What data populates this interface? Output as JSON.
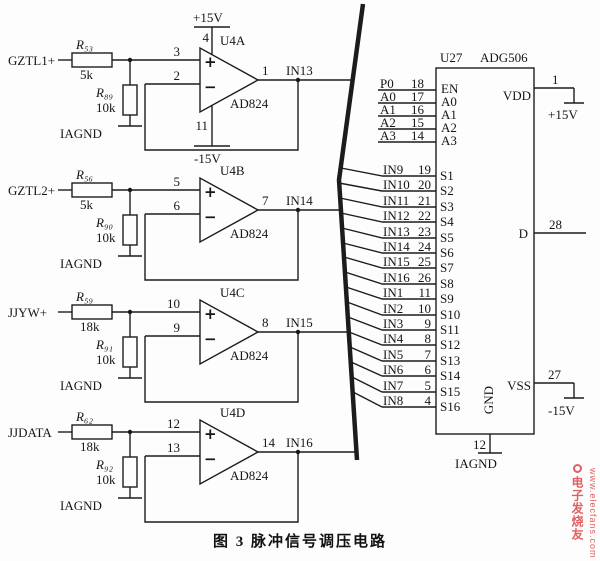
{
  "caption": "图 3  脉冲信号调压电路",
  "watermark": {
    "brand": "电子发烧友",
    "url": "www.elecfans.com"
  },
  "symbols": {
    "plus": "+",
    "minus": "−"
  },
  "stages": [
    {
      "input": "GZTL1+",
      "rin": "R₅₃",
      "rin_val": "5k",
      "rg": "R₈₉",
      "rg_val": "10k",
      "gnd": "IAGND",
      "pin_plus": "3",
      "pin_minus": "2",
      "name": "U4A",
      "pin_out": "1",
      "net": "IN13",
      "part": "AD824",
      "vcc": "+15V",
      "vcc_pin": "4",
      "vee": "-15V",
      "vee_pin": "11"
    },
    {
      "input": "GZTL2+",
      "rin": "R₅₆",
      "rin_val": "5k",
      "rg": "R₉₀",
      "rg_val": "10k",
      "gnd": "IAGND",
      "pin_plus": "5",
      "pin_minus": "6",
      "name": "U4B",
      "pin_out": "7",
      "net": "IN14",
      "part": "AD824"
    },
    {
      "input": "JJYW+",
      "rin": "R₅₉",
      "rin_val": "18k",
      "rg": "R₉₁",
      "rg_val": "10k",
      "gnd": "IAGND",
      "pin_plus": "10",
      "pin_minus": "9",
      "name": "U4C",
      "pin_out": "8",
      "net": "IN15",
      "part": "AD824"
    },
    {
      "input": "JJDATA",
      "rin": "R₆₂",
      "rin_val": "18k",
      "rg": "R₉₂",
      "rg_val": "10k",
      "gnd": "IAGND",
      "pin_plus": "12",
      "pin_minus": "13",
      "name": "U4D",
      "pin_out": "14",
      "net": "IN16",
      "part": "AD824"
    }
  ],
  "mux": {
    "ref": "U27",
    "part": "ADG506",
    "ctrl": [
      {
        "net": "P0",
        "pin": "18",
        "inner": "EN"
      },
      {
        "net": "A0",
        "pin": "17",
        "inner": "A0"
      },
      {
        "net": "A1",
        "pin": "16",
        "inner": "A1"
      },
      {
        "net": "A2",
        "pin": "15",
        "inner": "A2"
      },
      {
        "net": "A3",
        "pin": "14",
        "inner": "A3"
      }
    ],
    "channels": [
      {
        "net": "IN9",
        "pin": "19",
        "inner": "S1"
      },
      {
        "net": "IN10",
        "pin": "20",
        "inner": "S2"
      },
      {
        "net": "IN11",
        "pin": "21",
        "inner": "S3"
      },
      {
        "net": "IN12",
        "pin": "22",
        "inner": "S4"
      },
      {
        "net": "IN13",
        "pin": "23",
        "inner": "S5"
      },
      {
        "net": "IN14",
        "pin": "24",
        "inner": "S6"
      },
      {
        "net": "IN15",
        "pin": "25",
        "inner": "S7"
      },
      {
        "net": "IN16",
        "pin": "26",
        "inner": "S8"
      },
      {
        "net": "IN1",
        "pin": "11",
        "inner": "S9"
      },
      {
        "net": "IN2",
        "pin": "10",
        "inner": "S10"
      },
      {
        "net": "IN3",
        "pin": "9",
        "inner": "S11"
      },
      {
        "net": "IN4",
        "pin": "8",
        "inner": "S12"
      },
      {
        "net": "IN5",
        "pin": "7",
        "inner": "S13"
      },
      {
        "net": "IN6",
        "pin": "6",
        "inner": "S14"
      },
      {
        "net": "IN7",
        "pin": "5",
        "inner": "S15"
      },
      {
        "net": "IN8",
        "pin": "4",
        "inner": "S16"
      }
    ],
    "vdd": {
      "inner": "VDD",
      "pin": "1",
      "rail": "+15V"
    },
    "d": {
      "inner": "D",
      "pin": "28"
    },
    "vss": {
      "inner": "VSS",
      "pin": "27",
      "rail": "-15V"
    },
    "gnd": {
      "inner": "GND",
      "pin": "12",
      "rail": "IAGND"
    }
  }
}
